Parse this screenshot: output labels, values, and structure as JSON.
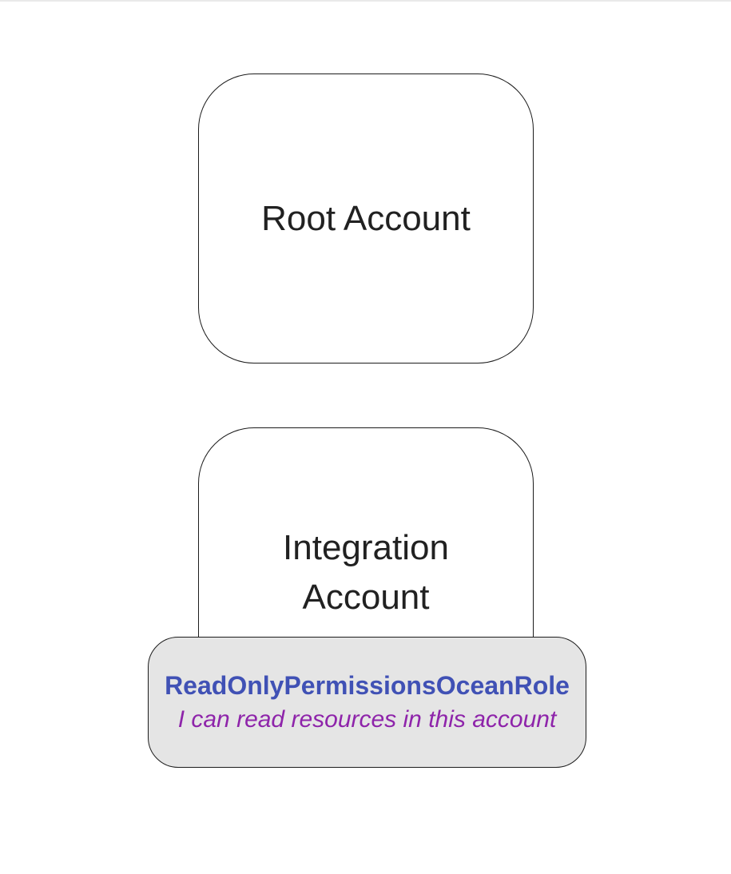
{
  "diagram": {
    "root_account": {
      "label": "Root Account"
    },
    "integration_account": {
      "lines": [
        "Integration",
        "Account"
      ]
    },
    "role_badge": {
      "name": "ReadOnlyPermissionsOceanRole",
      "description": "I can read resources in this account"
    },
    "colors": {
      "page_background": "#ffffff",
      "top_edge_line": "#e9e9e9",
      "border": "#1c1c1c",
      "node_fill": "#ffffff",
      "node_label": "#212121",
      "badge_fill": "#e5e5e5",
      "role_name": "#4051b5",
      "role_description": "#8e24aa"
    }
  }
}
